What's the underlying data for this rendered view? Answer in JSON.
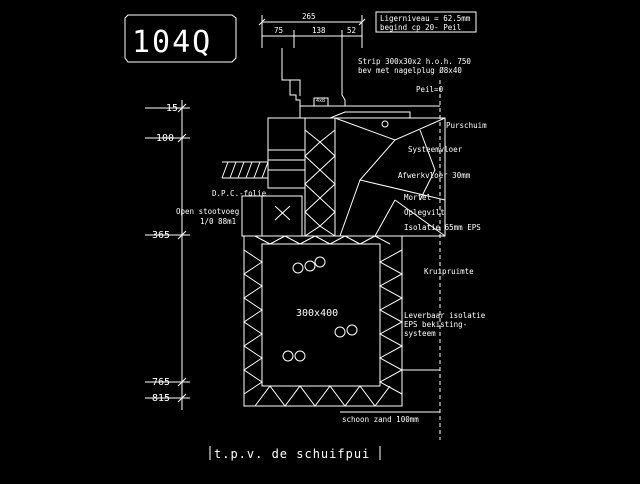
{
  "drawing": {
    "number": "104Q",
    "caption": "t.p.v. de schuifpui",
    "dims": {
      "total": "265",
      "d1": "75",
      "d2": "138",
      "d3": "52"
    },
    "levels": [
      "-15",
      "-100",
      "-365",
      "-765",
      "-815"
    ],
    "beam": "300x400",
    "labels": {
      "drempel": "Ligerniveau = 62.5mm",
      "drempel2": "begind cp 20- Peil",
      "strip": "Strip 300x30x2 h.o.h. 750",
      "strip2": "bev met nagelplug Ø8x40",
      "peil": "Peil=0",
      "purschuim": "Purschuim",
      "systeemvloer": "Systeemvloer",
      "afwerkvloer": "Afwerkvloer 30mm",
      "mortel": "Mortel",
      "oplegvilt": "Oplegvilt",
      "isolatie": "Isolatie 65mm EPS",
      "dpc": "D.P.C.-folie",
      "stootvoeg": "Open stootvoeg",
      "stootvoeg2": "1/0 88m1",
      "kruipruimte": "Kruipruimte",
      "randisolatie": "Leverbaar isolatie",
      "randisolatie2": "EPS bekisting-",
      "randisolatie3": "systeem",
      "zand": "schoon zand 100mm",
      "tag": "4x8"
    }
  }
}
